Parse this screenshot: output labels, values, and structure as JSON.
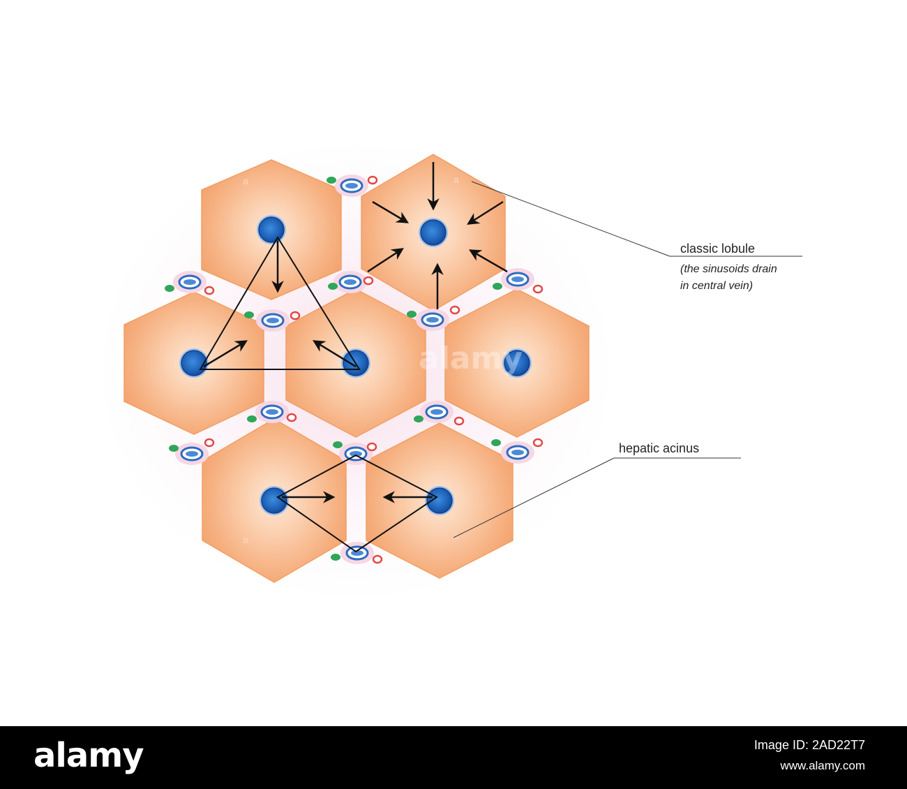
{
  "diagram": {
    "labels": {
      "classic_lobule": "classic lobule",
      "classic_lobule_note_line1": "(the sinusoids drain",
      "classic_lobule_note_line2": "in central vein)",
      "hepatic_acinus": "hepatic acinus"
    },
    "lobule_marker": "a",
    "watermark": "alamy",
    "colors": {
      "lobule_fill": "#f6b784",
      "lobule_edge": "#f0a066",
      "lobule_center": "#fde4d2",
      "central_vein": "#1f73c4",
      "central_vein_dark": "#1a3f8e",
      "bile_duct": "#2fa65a",
      "artery": "#e04848",
      "portal_vein": "#2d6cc0",
      "portal_halo": "#f6d7e4",
      "arrow": "#111111",
      "leader_line": "#333333"
    }
  },
  "footer": {
    "logo": "alamy",
    "image_id": "Image ID: 2AD22T7",
    "url": "www.alamy.com"
  }
}
